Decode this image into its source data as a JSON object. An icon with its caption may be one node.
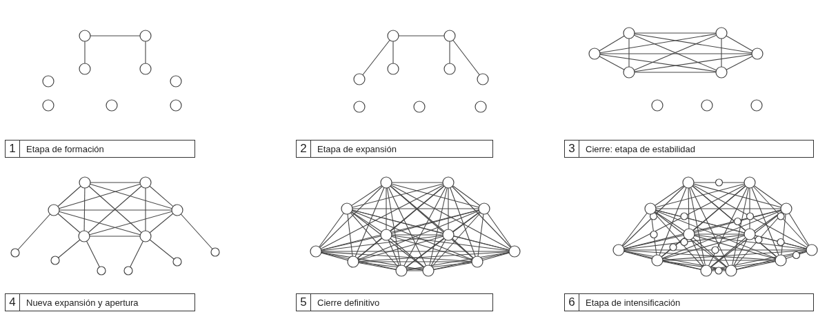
{
  "diagram": {
    "nodes": [
      {
        "text": [
          "1",
          "Etapa de formación"
        ]
      },
      {
        "text": [
          "2",
          "Etapa de expansión"
        ]
      },
      {
        "text": [
          "3",
          "Cierre: etapa de estabilidad"
        ]
      },
      {
        "text": [
          "4",
          "Nueva expansión y apertura"
        ]
      },
      {
        "text": [
          "5",
          "Cierre definitivo"
        ]
      },
      {
        "text": [
          "6",
          "Etapa de intensificación"
        ]
      }
    ]
  }
}
